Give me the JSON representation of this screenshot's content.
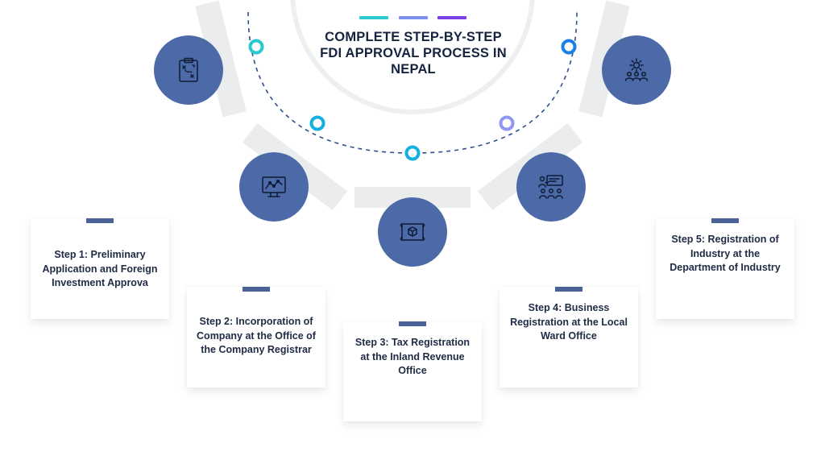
{
  "title": "COMPLETE STEP-BY-STEP FDI APPROVAL PROCESS IN NEPAL",
  "colors": {
    "title_text": "#15233f",
    "icon_circle": "#4d6aa8",
    "card_bar": "#4a6298",
    "accent_1": "#29c9d1",
    "accent_2": "#7b8ff0",
    "accent_3": "#7b3fe4",
    "timeline_dots": [
      "#29c9d1",
      "#12b0e0",
      "#12b0e0",
      "#8f97f2",
      "#1a7fe8"
    ],
    "dashed_arc": "#2f4f8f"
  },
  "steps": [
    {
      "label": "Step 1: Preliminary Application and Foreign Investment Approva",
      "icon": "clipboard-strategy-icon"
    },
    {
      "label": "Step 2: Incorporation of Company at the Office of the Company Registrar",
      "icon": "monitor-chart-icon"
    },
    {
      "label": "Step 3: Tax Registration at the Inland Revenue Office",
      "icon": "blueprint-box-icon"
    },
    {
      "label": "Step 4: Business Registration at the Local Ward Office",
      "icon": "presentation-meeting-icon"
    },
    {
      "label": "Step 5: Registration of Industry at the Department of Industry",
      "icon": "gear-team-icon"
    }
  ]
}
